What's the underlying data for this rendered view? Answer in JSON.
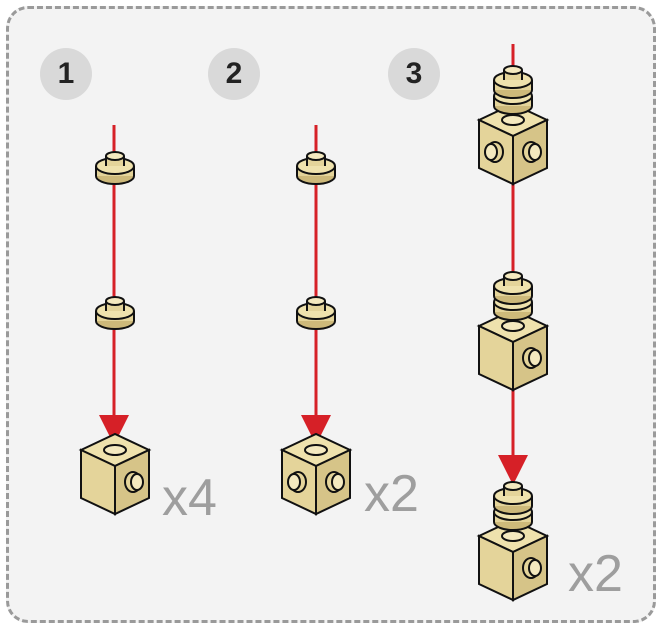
{
  "steps": [
    {
      "number": "1",
      "quantity": "x4"
    },
    {
      "number": "2",
      "quantity": "x2"
    },
    {
      "number": "3",
      "quantity": "x2"
    }
  ],
  "colors": {
    "brick": "#e4d49a",
    "brick_shade": "#cdb97a",
    "arrow": "#d62027",
    "panel_bg": "#f3f3f3",
    "border": "#9a9a9a",
    "badge_bg": "#d9d9d9",
    "quantity_text": "#9e9e9e"
  }
}
